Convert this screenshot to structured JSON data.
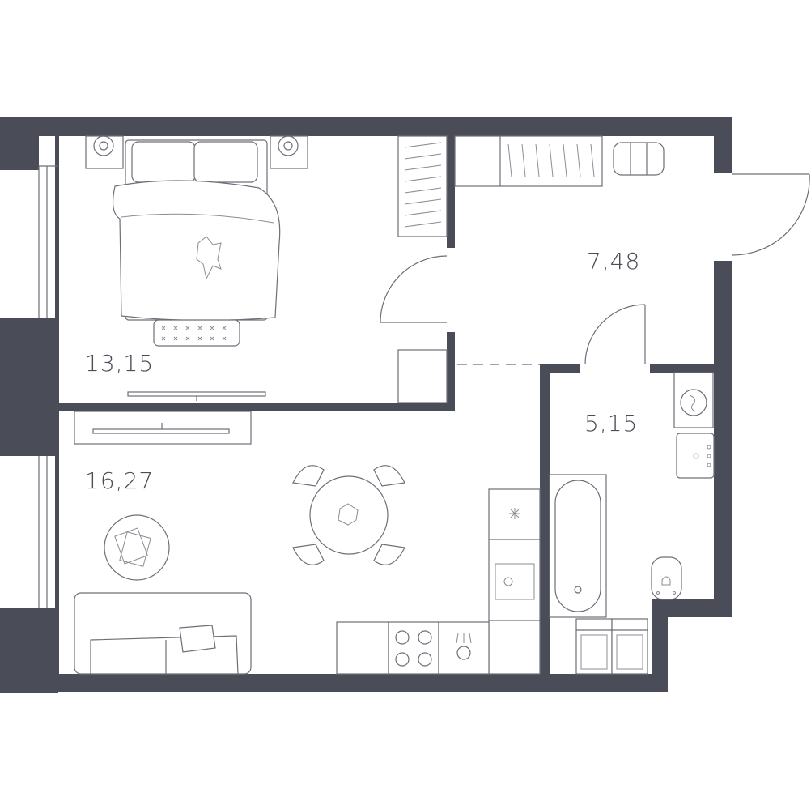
{
  "rooms": [
    {
      "id": "bedroom",
      "area": "13,15"
    },
    {
      "id": "living-kitchen",
      "area": "16,27"
    },
    {
      "id": "hallway",
      "area": "7,48"
    },
    {
      "id": "bathroom",
      "area": "5,15"
    }
  ],
  "colors": {
    "wall": "#4a4d57",
    "line": "#6d6f78",
    "background": "#ffffff"
  }
}
